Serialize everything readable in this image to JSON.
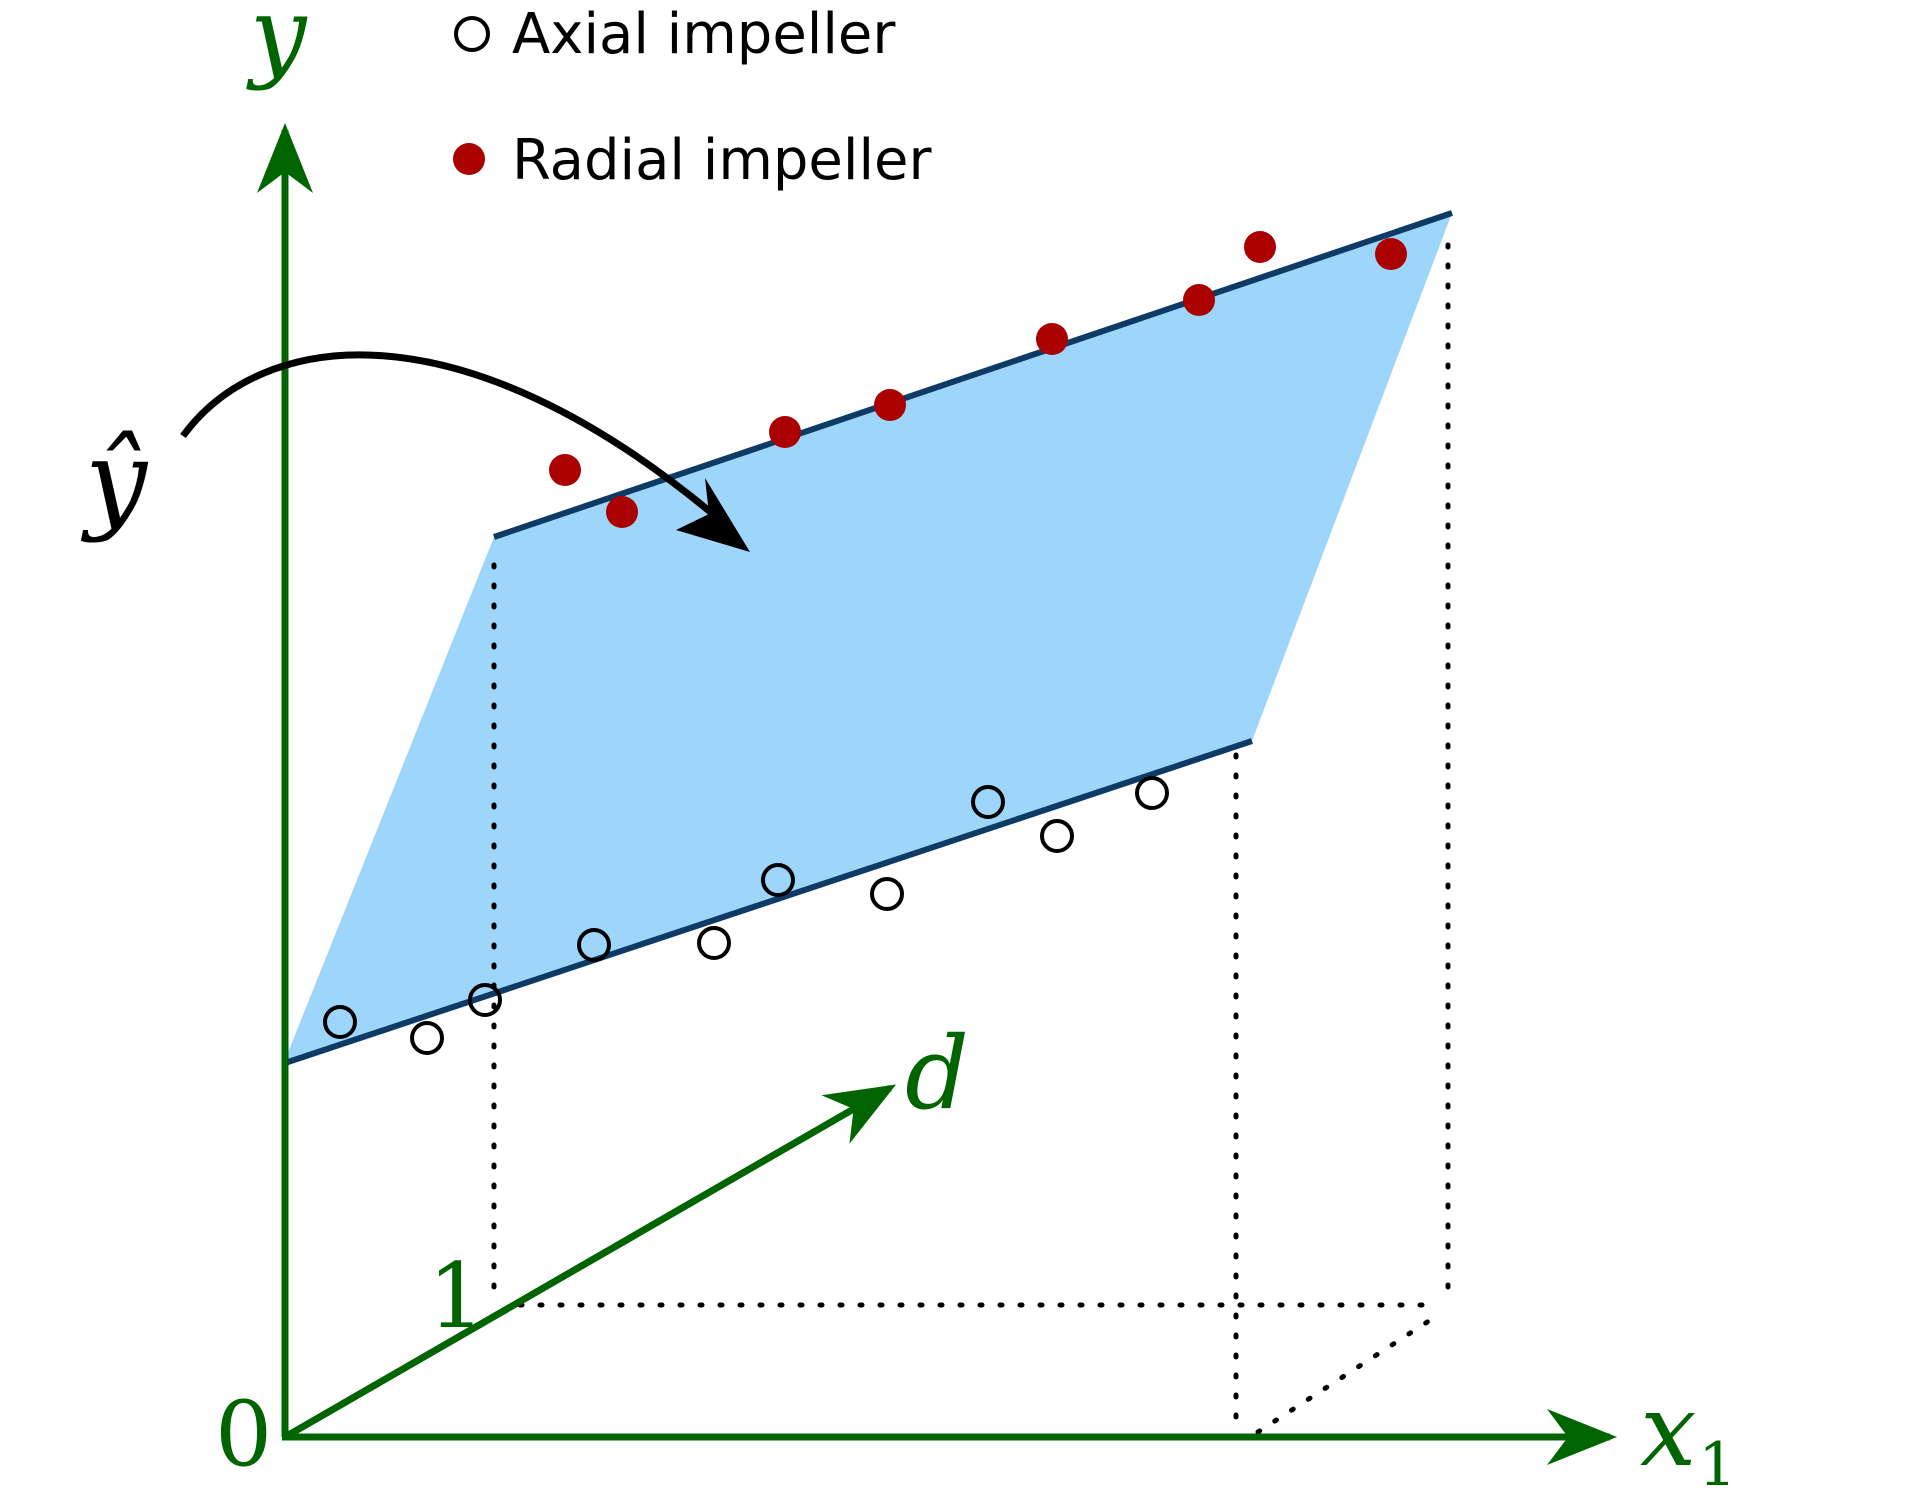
{
  "axes": {
    "y_label": "y",
    "x_label": "x",
    "x_subscript": "1",
    "d_label": "d",
    "origin_label": "0",
    "one_label": "1",
    "yhat_label": "ŷ"
  },
  "legend": {
    "axial_label": "Axial impeller",
    "radial_label": "Radial impeller"
  },
  "colors": {
    "axis": "#006400",
    "plane_fill": "#9dd5fb",
    "fit_line": "#0d3b66",
    "radial_marker": "#aa0000",
    "axial_marker": "#000000",
    "arrow": "#000000"
  },
  "icons": {
    "axial_marker": "open-circle-icon",
    "radial_marker": "filled-circle-icon",
    "yhat_pointer": "curved-arrow-icon"
  }
}
